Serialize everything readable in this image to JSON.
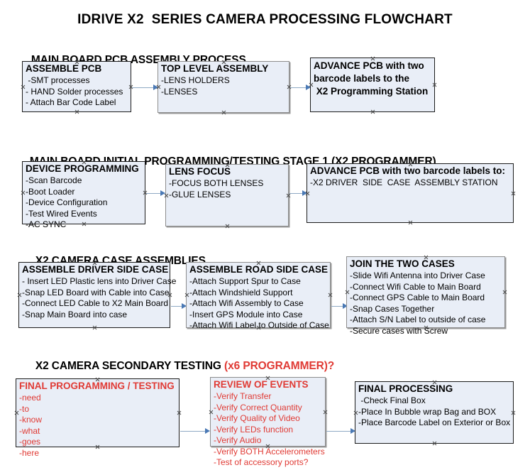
{
  "document": {
    "title": "IDRIVE X2  SERIES CAMERA PROCESSING FLOWCHART",
    "accent_color": "#e03a34",
    "box_fill": "#e9eef7",
    "arrow_color": "#8fa9c4",
    "arrowhead_color": "#4a79b5"
  },
  "sections": [
    {
      "heading": "MAIN BOARD PCB ASSEMBLY PROCESS",
      "heading_accent": "",
      "nodes": [
        {
          "title": "ASSEMBLE PCB",
          "lines": [
            " -SMT processes",
            "- HAND Solder processes",
            "- Attach Bar Code Label"
          ]
        },
        {
          "title": "TOP LEVEL ASSEMBLY",
          "lines": [
            "-LENS HOLDERS",
            "-LENSES"
          ]
        },
        {
          "title": "ADVANCE PCB with two\nbarcode labels to the\n X2 Programming Station",
          "lines": []
        }
      ]
    },
    {
      "heading": "MAIN BOARD INITIAL PROGRAMMING/TESTING STAGE 1 (X2 PROGRAMMER)",
      "heading_accent": "",
      "nodes": [
        {
          "title": "DEVICE PROGRAMMING",
          "lines": [
            "-Scan Barcode",
            "-Boot Loader",
            "-Device Configuration",
            "-Test Wired Events",
            "-AC SYNC"
          ]
        },
        {
          "title": "LENS FOCUS",
          "lines": [
            "-FOCUS BOTH LENSES",
            "-GLUE LENSES"
          ]
        },
        {
          "title": "ADVANCE PCB with two barcode labels to:",
          "lines": [
            "-X2 DRIVER  SIDE  CASE  ASSEMBLY STATION"
          ]
        }
      ]
    },
    {
      "heading": "X2 CAMERA CASE ASSEMBLIES",
      "heading_accent": "",
      "nodes": [
        {
          "title": "ASSEMBLE DRIVER SIDE CASE",
          "lines": [
            "- Insert LED Plastic lens into Driver Case",
            "-Snap LED Board with Cable into Case",
            "-Connect LED Cable to X2 Main Board",
            "-Snap Main Board into case"
          ]
        },
        {
          "title": "ASSEMBLE ROAD SIDE CASE",
          "lines": [
            "-Attach Support Spur to Case",
            "-Attach Windshield Support",
            "-Attach Wifi Assembly to Case",
            "-Insert GPS Module into Case",
            "-Attach Wifi Label to Outside of Case"
          ]
        },
        {
          "title": "JOIN THE TWO CASES",
          "lines": [
            "-Slide Wifi Antenna into Driver Case",
            "-Connect Wifi Cable to Main Board",
            "-Connect GPS Cable to Main Board",
            "-Snap Cases Together",
            "-Attach S/N Label to outside of case",
            "-Secure cases with Screw"
          ]
        }
      ]
    },
    {
      "heading": "X2 CAMERA SECONDARY TESTING ",
      "heading_accent": "(x6 PROGRAMMER)?",
      "nodes": [
        {
          "title": "FINAL PROGRAMMING / TESTING",
          "lines": [
            "-need",
            "-to",
            "-know",
            "-what",
            "-goes",
            "-here"
          ]
        },
        {
          "title": "REVIEW OF EVENTS",
          "lines": [
            "-Verify Transfer",
            "-Verify Correct Quantity",
            "-Verify Quality of Video",
            "-Verify LEDs function",
            "-Verify Audio",
            "-Verify BOTH Accelerometers",
            "-Test of accessory ports?"
          ]
        },
        {
          "title": "FINAL PROCESSING",
          "lines": [
            " -Check Final Box",
            "-Place In Bubble wrap Bag and BOX",
            "-Place Barcode Label on Exterior or Box"
          ]
        }
      ]
    }
  ]
}
